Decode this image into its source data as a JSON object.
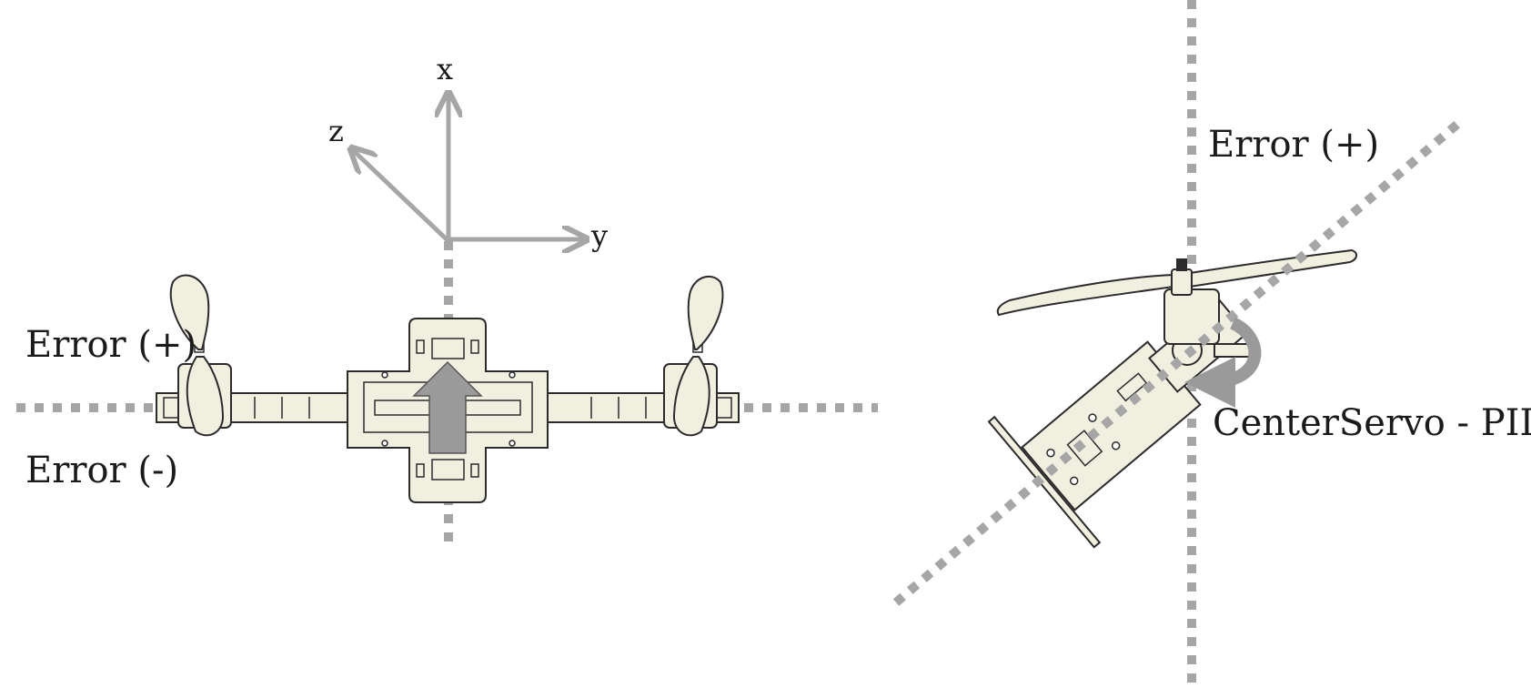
{
  "left_panel": {
    "axes": {
      "x_label": "x",
      "y_label": "y",
      "z_label": "z"
    },
    "error_positive": "Error (+)",
    "error_negative": "Error (-)"
  },
  "right_panel": {
    "error_positive": "Error (+)",
    "servo_label": "CenterServo - PID"
  },
  "colors": {
    "guide_lines": "#a6a6a6",
    "body_fill": "#f1efe0",
    "outline": "#2b2b2b",
    "direction_arrow": "#9a9a9a",
    "text": "#1a1a1a"
  }
}
